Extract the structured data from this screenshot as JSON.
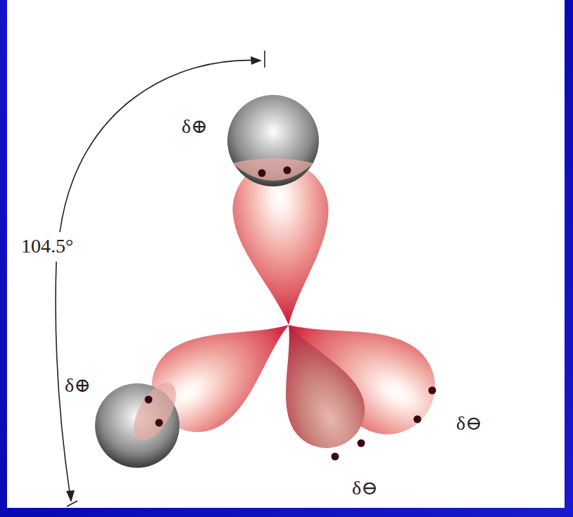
{
  "diagram": {
    "labels": [
      "δ⊕",
      "104.5°",
      "δ⊕",
      "δ⊖",
      "δ⊖"
    ]
  }
}
